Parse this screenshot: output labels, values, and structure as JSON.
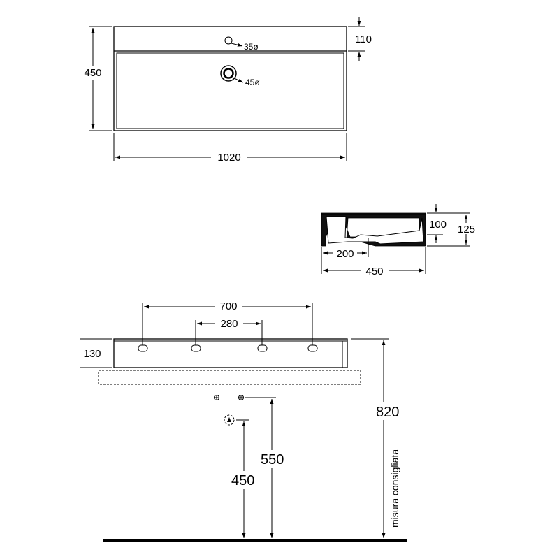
{
  "top_view": {
    "width_label": "1020",
    "depth_label": "450",
    "rim_label": "110",
    "tap_hole_label": "35ø",
    "drain_label": "45ø"
  },
  "side_view": {
    "depth_label": "450",
    "basin_depth_label": "100",
    "height_label": "125",
    "offset_label": "200"
  },
  "front_view": {
    "holes_outer_label": "700",
    "holes_inner_label": "280",
    "thickness_label": "130",
    "install_height_label": "820",
    "install_note": "misura consigliata",
    "supply_height_label": "550",
    "drain_height_label": "450"
  }
}
